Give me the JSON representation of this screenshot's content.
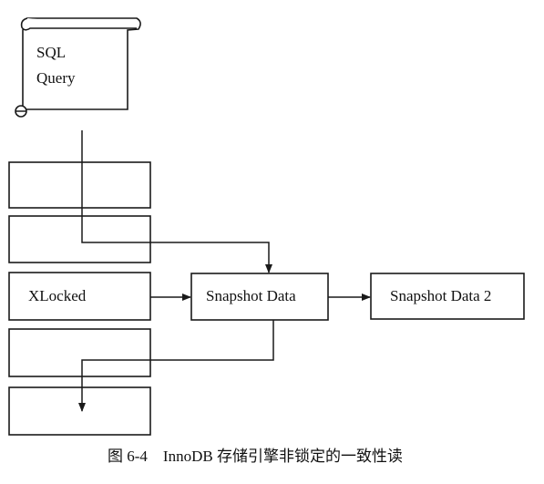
{
  "query": {
    "line1": "SQL",
    "line2": "Query"
  },
  "rows": [
    {
      "label": ""
    },
    {
      "label": ""
    },
    {
      "label": "XLocked"
    },
    {
      "label": ""
    },
    {
      "label": ""
    }
  ],
  "snapshot": {
    "label": "Snapshot Data"
  },
  "snapshot2": {
    "label": "Snapshot Data 2"
  },
  "caption": "图 6-4　InnoDB 存储引擎非锁定的一致性读"
}
